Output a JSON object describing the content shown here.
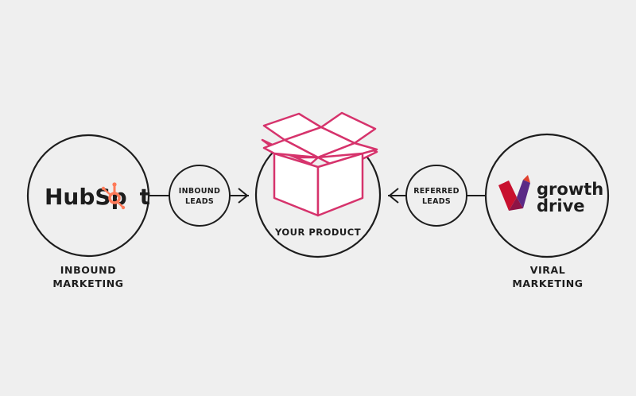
{
  "nodes": {
    "hubspot": {
      "logo_text_a": "HubSp",
      "logo_text_b": "t",
      "caption_line1": "INBOUND",
      "caption_line2": "MARKETING"
    },
    "inbound_leads": {
      "line1": "INBOUND",
      "line2": "LEADS"
    },
    "product": {
      "label": "YOUR PRODUCT"
    },
    "referred_leads": {
      "line1": "REFERRED",
      "line2": "LEADS"
    },
    "growthdrive": {
      "logo_line1": "growth",
      "logo_line2": "drive",
      "caption_line1": "VIRAL",
      "caption_line2": "MARKETING"
    }
  },
  "colors": {
    "background": "#efefef",
    "ink": "#1d1d1d",
    "hubspot_orange": "#ff7a59",
    "box_pink": "#d6336c",
    "growthdrive_red": "#c8102e",
    "growthdrive_purple": "#5b2a86"
  }
}
